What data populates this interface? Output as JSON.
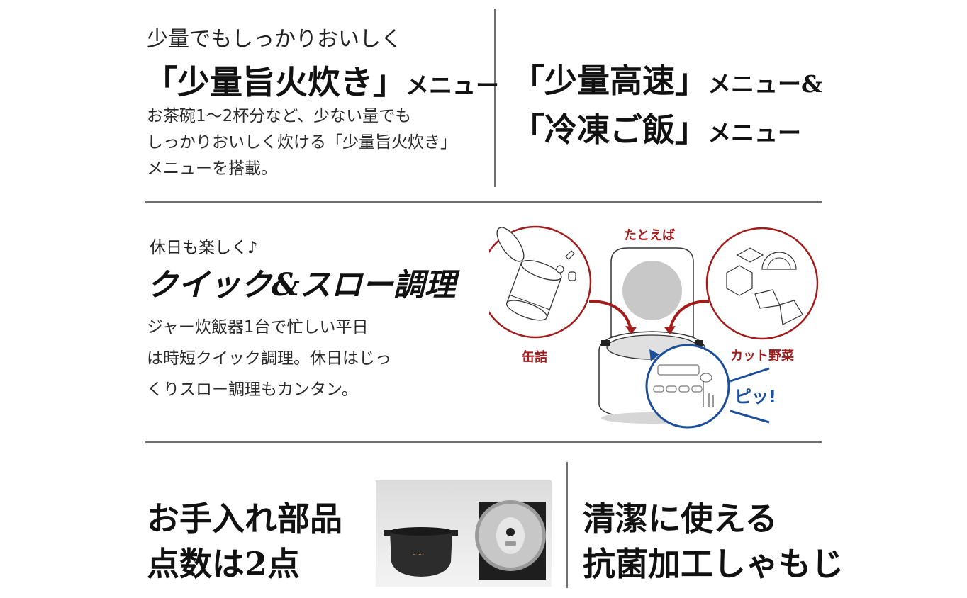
{
  "section_quick_small": {
    "subtitle": "少量でもしっかりおいしく",
    "title_main": "「少量旨火炊き」",
    "title_suffix": "メニュー",
    "body_lines": [
      "お茶碗1〜2杯分など、少ない量でも",
      "しっかりおいしく炊ける「少量旨火炊き」",
      "メニューを搭載。"
    ]
  },
  "section_menus": {
    "line1_main": "「少量高速」",
    "line1_suffix": "メニュー&",
    "line2_main": "「冷凍ご飯」",
    "line2_suffix": "メニュー"
  },
  "section_cooking": {
    "subtitle": "休日も楽しく♪",
    "title": "クイック&スロー調理",
    "body_lines": [
      "ジャー炊飯器1台で忙しい平日",
      "は時短クイック調理。休日はじっ",
      "くりスロー調理もカンタン。"
    ],
    "illustration": {
      "top_label": "たとえば",
      "left_label": "缶詰",
      "right_label": "カット野菜",
      "sound_label": "ピッ!",
      "colors": {
        "red": "#a21c1c",
        "blue": "#1c4e9a",
        "gray": "#c8c8c8"
      }
    }
  },
  "section_care": {
    "title_lines": [
      "お手入れ部品",
      "点数は2点"
    ]
  },
  "section_spatula": {
    "title_lines": [
      "清潔に使える",
      "抗菌加工しゃもじ"
    ]
  }
}
